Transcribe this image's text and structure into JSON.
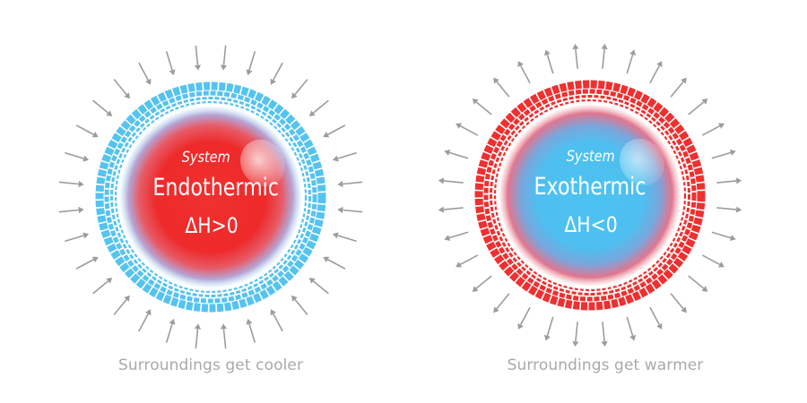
{
  "panels": [
    {
      "id": "endothermic",
      "system_label": "System",
      "type_label": "Endothermic",
      "enthalpy_label": "ΔH>0",
      "caption": "Surroundings get cooler",
      "arrow_direction": "inward",
      "core_color": "#ef2a2a",
      "ring_color": "#56c3ef"
    },
    {
      "id": "exothermic",
      "system_label": "System",
      "type_label": "Exothermic",
      "enthalpy_label": "ΔH<0",
      "caption": "Surroundings get warmer",
      "arrow_direction": "outward",
      "core_color": "#4ec2f0",
      "ring_color": "#ee3030"
    }
  ],
  "colors": {
    "arrow": "#9c9c9c",
    "caption_text": "#a9a9a9",
    "label_text": "#ffffff"
  }
}
